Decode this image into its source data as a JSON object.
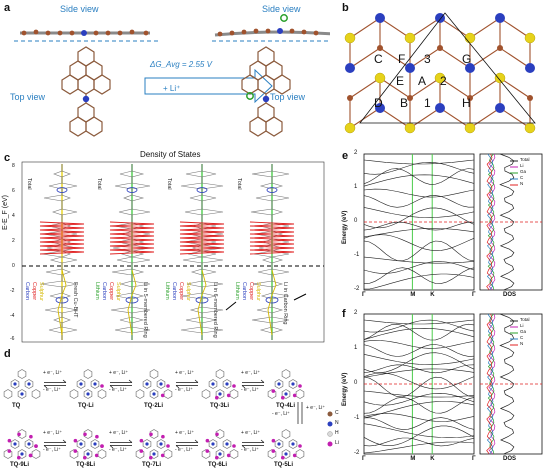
{
  "panel_a": {
    "letter": "a",
    "side_view_left": "Side view",
    "side_view_right": "Side view",
    "top_view": "Top view",
    "energy": "ΔG_Avg = 2.55 V",
    "li_plus": "+ Li⁺"
  },
  "panel_b": {
    "letter": "b",
    "site_labels": [
      "C",
      "F",
      "3",
      "G",
      "E",
      "A",
      "2",
      "D",
      "B",
      "1",
      "H"
    ]
  },
  "panel_c": {
    "letter": "c",
    "title": "Density of States",
    "y_axis": "E-E_F (eV)",
    "tick_labels": [
      "8",
      "6",
      "4",
      "2",
      "0",
      "-2",
      "-4",
      "-6",
      "-8"
    ],
    "columns": [
      {
        "legend": [
          "Total",
          "Carbon",
          "Copper",
          "Sulphur"
        ],
        "caption": "Fresh Cu-BHT"
      },
      {
        "legend": [
          "Total",
          "Lithium",
          "Carbon",
          "Copper",
          "Sulphur"
        ],
        "caption": "Li in 5-membered Ring"
      },
      {
        "legend": [
          "Total",
          "Lithium",
          "Carbon",
          "Copper",
          "Sulphur"
        ],
        "caption": "Li in 6-membered Ring"
      },
      {
        "legend": [
          "Total",
          "Lithium",
          "Carbon",
          "Copper",
          "Sulphur"
        ],
        "caption": "Li in Carbon Ring"
      }
    ]
  },
  "panel_d": {
    "letter": "d",
    "top_row": [
      "TQ",
      "TQ-Li",
      "TQ-2Li",
      "TQ-3Li",
      "TQ-4Li"
    ],
    "bottom_row": [
      "TQ-9Li",
      "TQ-8Li",
      "TQ-7Li",
      "TQ-6Li",
      "TQ-5Li"
    ],
    "arrow_forward": "+ e⁻, Li⁺",
    "arrow_backward": "- e⁻, Li⁺",
    "legend": [
      "C",
      "N",
      "H",
      "Li"
    ]
  },
  "panel_e": {
    "letter": "e",
    "ylabel": "Energy (eV)",
    "yticks": [
      "2",
      "1",
      "0",
      "-1",
      "-2"
    ],
    "kpoints": [
      "Γ",
      "M",
      "K",
      "Γ"
    ],
    "dos_label": "DOS",
    "legend": [
      "Total",
      "Li",
      "Ga",
      "C",
      "N"
    ]
  },
  "panel_f": {
    "letter": "f",
    "ylabel": "Energy (eV)",
    "yticks": [
      "2",
      "1",
      "0",
      "-1",
      "-2"
    ],
    "kpoints": [
      "Γ",
      "M",
      "K",
      "Γ"
    ],
    "dos_label": "DOS",
    "legend": [
      "Total",
      "Li",
      "Ga",
      "C",
      "N"
    ]
  },
  "colors": {
    "accent_blue": "#2a7fc1",
    "carbon": "#8b5a3c",
    "nitrogen": "#2b3fbf",
    "sulfur": "#e6d21a",
    "lithium": "#c21fb0"
  }
}
